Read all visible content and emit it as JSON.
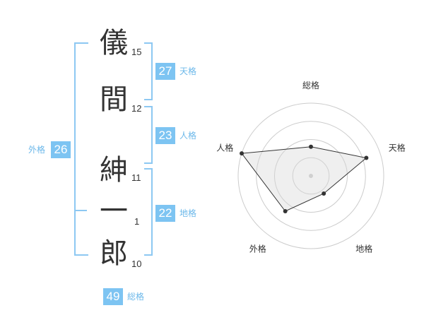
{
  "name_chars": [
    {
      "char": "儀",
      "strokes": "15"
    },
    {
      "char": "間",
      "strokes": "12"
    },
    {
      "char": "紳",
      "strokes": "11"
    },
    {
      "char": "一",
      "strokes": "1"
    },
    {
      "char": "郎",
      "strokes": "10"
    }
  ],
  "fortunes": {
    "tenkaku": {
      "value": "27",
      "label": "天格"
    },
    "jinkaku": {
      "value": "23",
      "label": "人格"
    },
    "chikaku": {
      "value": "22",
      "label": "地格"
    },
    "gaikaku": {
      "value": "26",
      "label": "外格"
    },
    "soukaku": {
      "value": "49",
      "label": "総格"
    }
  },
  "colors": {
    "accent": "#7dc4f2",
    "bracket": "#8dc8f2",
    "text": "#333333"
  },
  "chart_data": {
    "type": "radar",
    "axes": [
      "総格",
      "天格",
      "地格",
      "外格",
      "人格"
    ],
    "values": [
      2,
      4,
      1.5,
      3,
      5
    ],
    "max": 5,
    "rings": 4,
    "grid": true
  }
}
